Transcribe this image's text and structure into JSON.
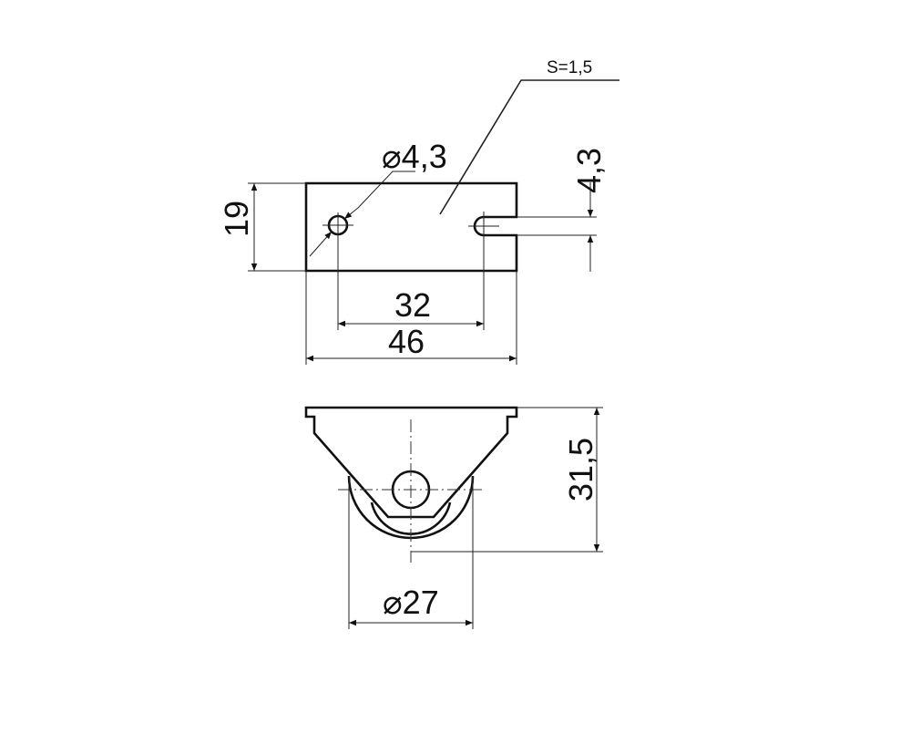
{
  "drawing": {
    "material_note": "S=1,5",
    "hole_diameter": "⌀4,3",
    "plate_height": "19",
    "hole_spacing": "32",
    "plate_length": "46",
    "slot_width": "4,3",
    "total_height": "31,5",
    "wheel_diameter": "⌀27"
  }
}
